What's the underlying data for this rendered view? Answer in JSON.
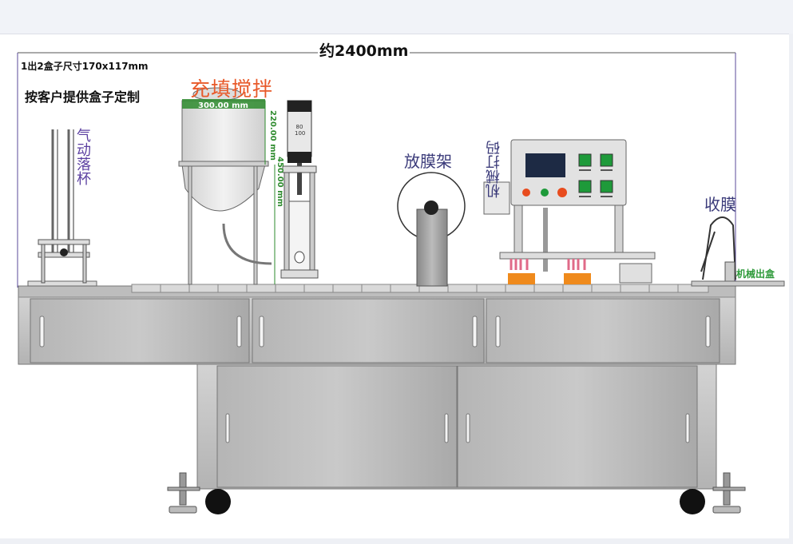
{
  "title": "约2400mm",
  "notes": {
    "line1": "1出2盒子尺寸170x117mm",
    "line2": "按客户提供盒子定制"
  },
  "stations": {
    "pneumatic_drop": "气动落杯",
    "fill_mix": "充填搅拌",
    "film_holder": "放膜架",
    "mech_print": "机械打码",
    "film_receive": "收膜",
    "mech_output": "机械出盒"
  },
  "dimensions": {
    "tank_width": "300.00 mm",
    "tank_height1": "220.00 mm",
    "tank_height2": "450.00 mm"
  },
  "cylinder_label": {
    "line1": "80",
    "line2": "100"
  },
  "colors": {
    "body": "#c4c4c4",
    "panel": "#a9a9a9",
    "fill_label": "#e85a2a",
    "station_label": "#3b3b7a",
    "dim_green": "#2e8b2e",
    "output_green": "#2e9a3a",
    "display_blue": "#1d2a44",
    "led_red": "#e84c1e",
    "led_green": "#1e9a3a",
    "spring_pink": "#e06a88",
    "mold_orange": "#ef8a1c"
  }
}
